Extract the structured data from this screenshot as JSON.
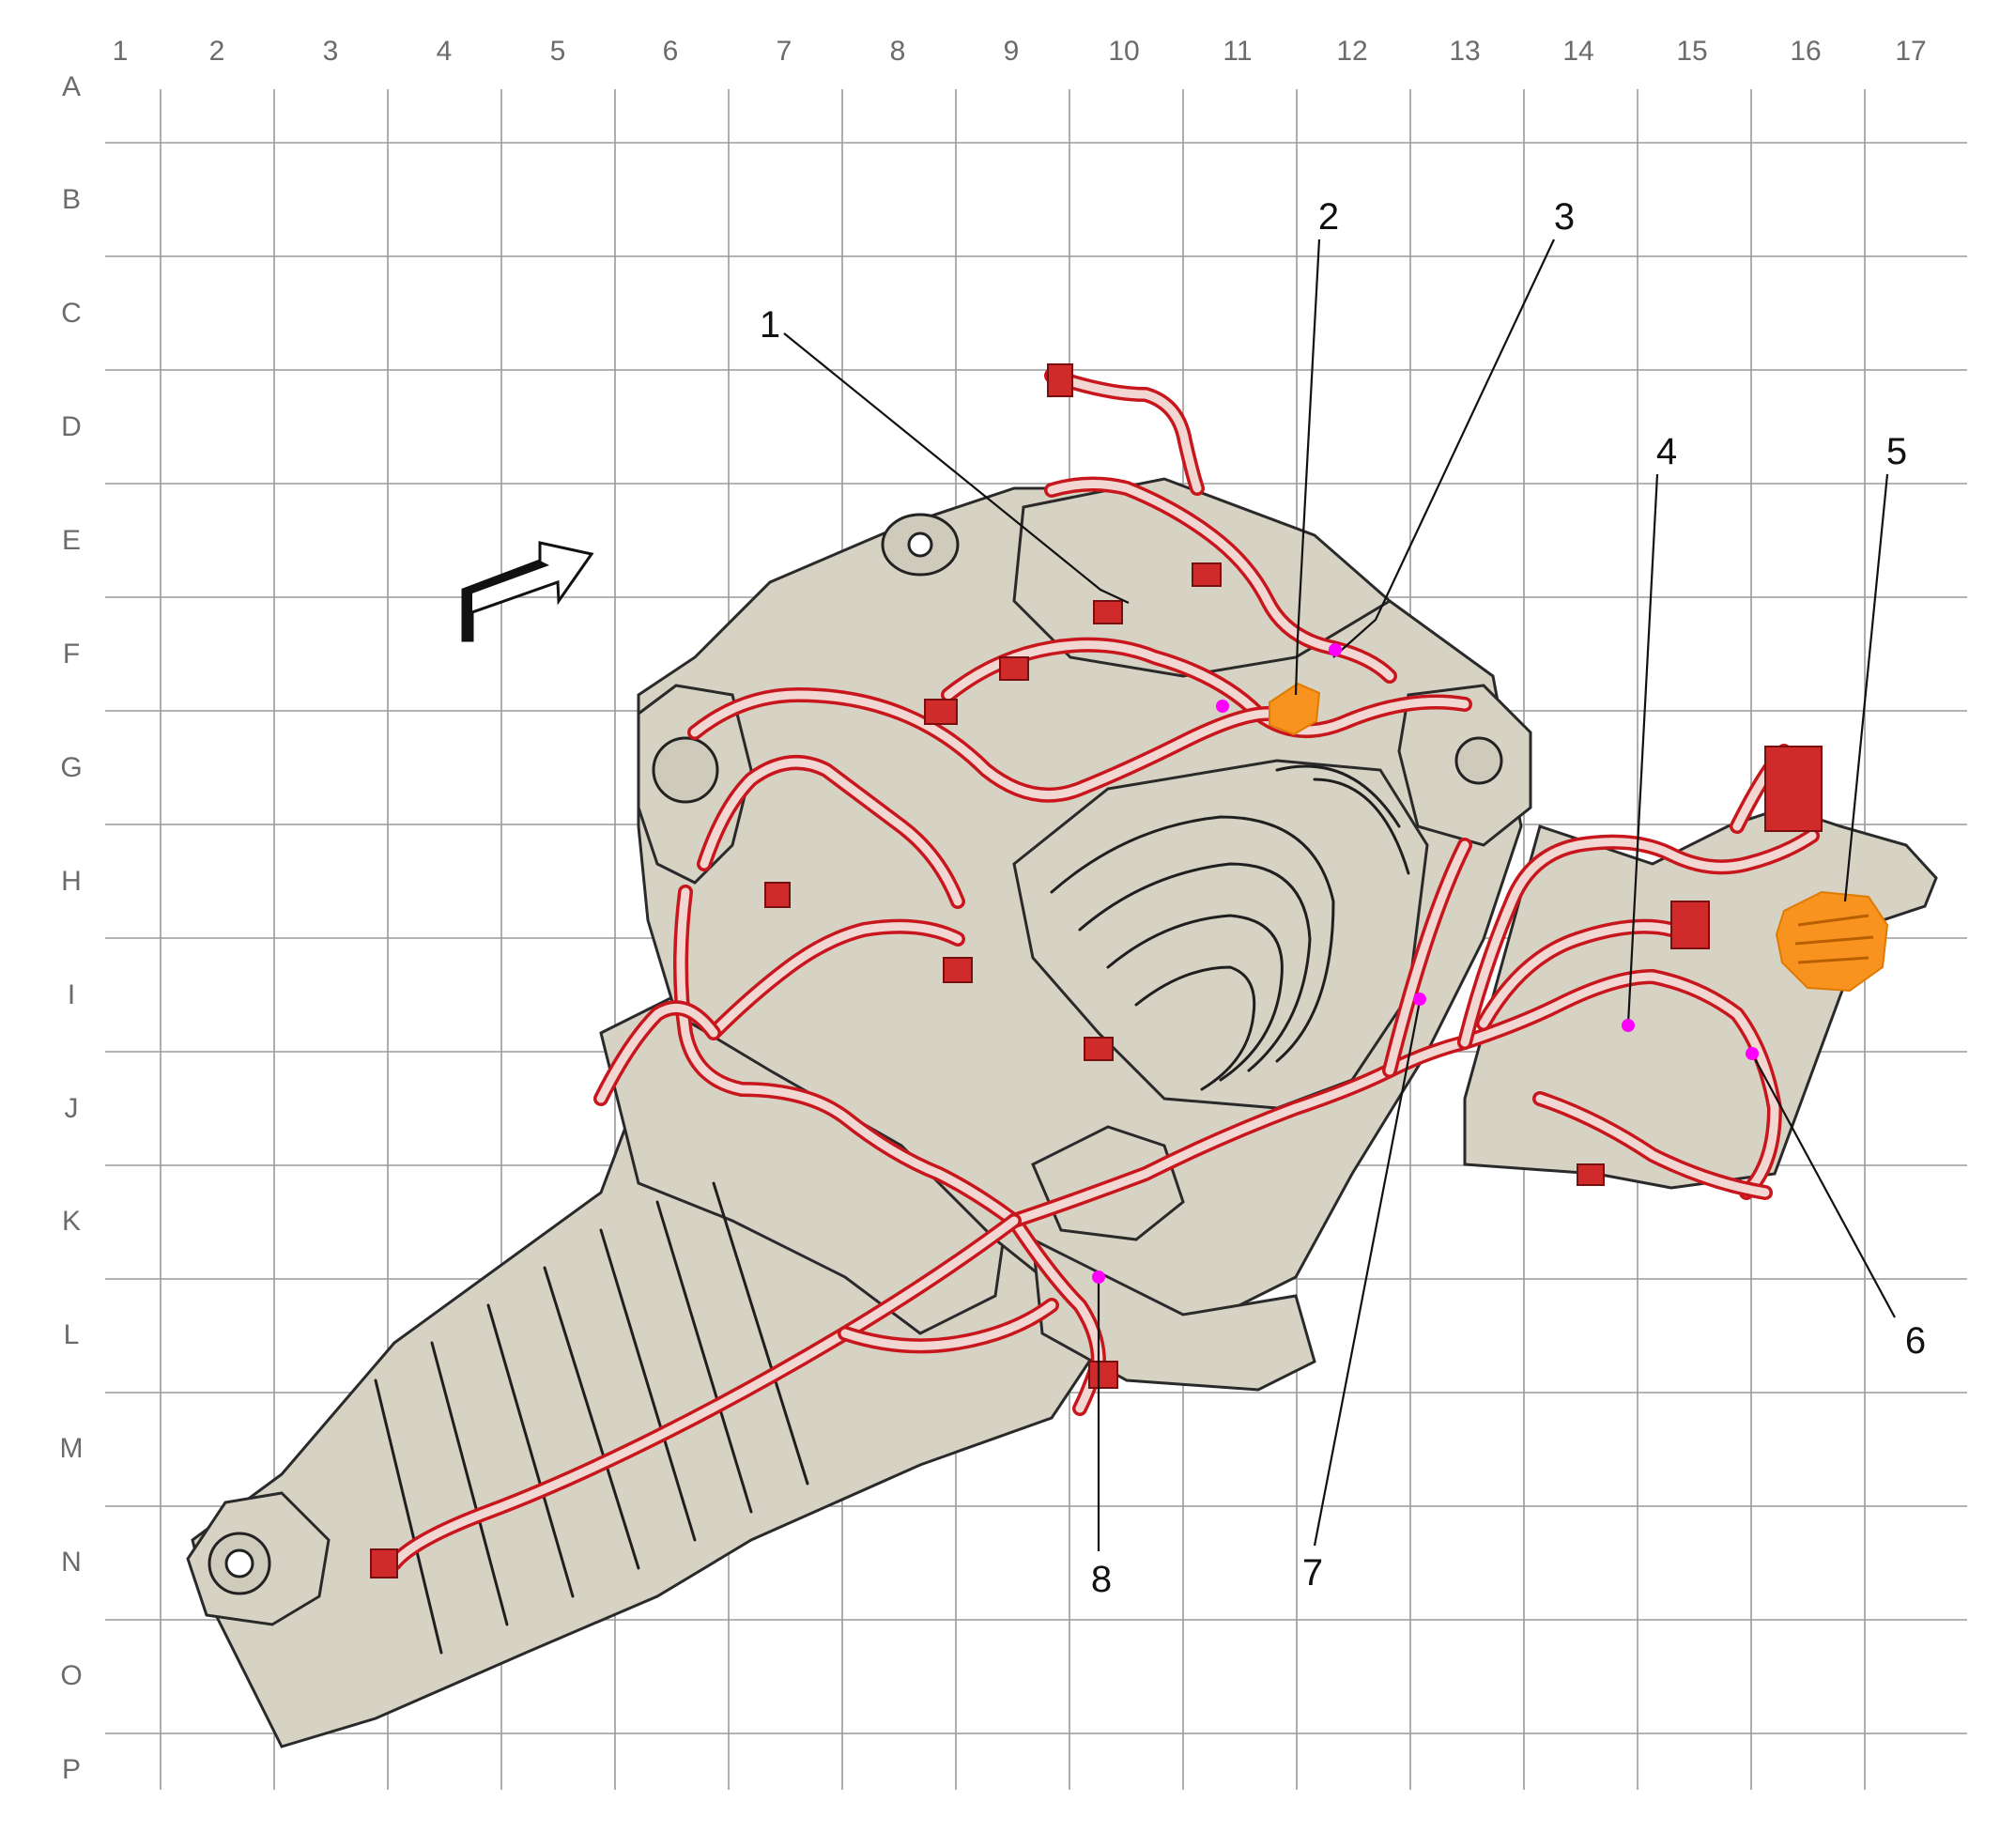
{
  "grid": {
    "columns": [
      "1",
      "2",
      "3",
      "4",
      "5",
      "6",
      "7",
      "8",
      "9",
      "10",
      "11",
      "12",
      "13",
      "14",
      "15",
      "16",
      "17"
    ],
    "rows": [
      "A",
      "B",
      "C",
      "D",
      "E",
      "F",
      "G",
      "H",
      "I",
      "J",
      "K",
      "L",
      "M",
      "N",
      "O",
      "P"
    ]
  },
  "callouts": [
    {
      "label": "1",
      "marker": false
    },
    {
      "label": "2",
      "marker": true
    },
    {
      "label": "3",
      "marker": true
    },
    {
      "label": "4",
      "marker": true
    },
    {
      "label": "5",
      "marker": false
    },
    {
      "label": "6",
      "marker": true
    },
    {
      "label": "7",
      "marker": true
    },
    {
      "label": "8",
      "marker": true
    }
  ],
  "colors": {
    "harness_outline": "#c8161d",
    "harness_fill": "#f2d6d2",
    "highlight_component": "#f7931e",
    "connection_dot": "#ff00ff",
    "engine_fill": "#d6d2c4",
    "grid": "#9a9a9a",
    "label_text": "#6b6b6b"
  },
  "icons": {
    "direction_arrow": "forward-arrow-icon"
  }
}
